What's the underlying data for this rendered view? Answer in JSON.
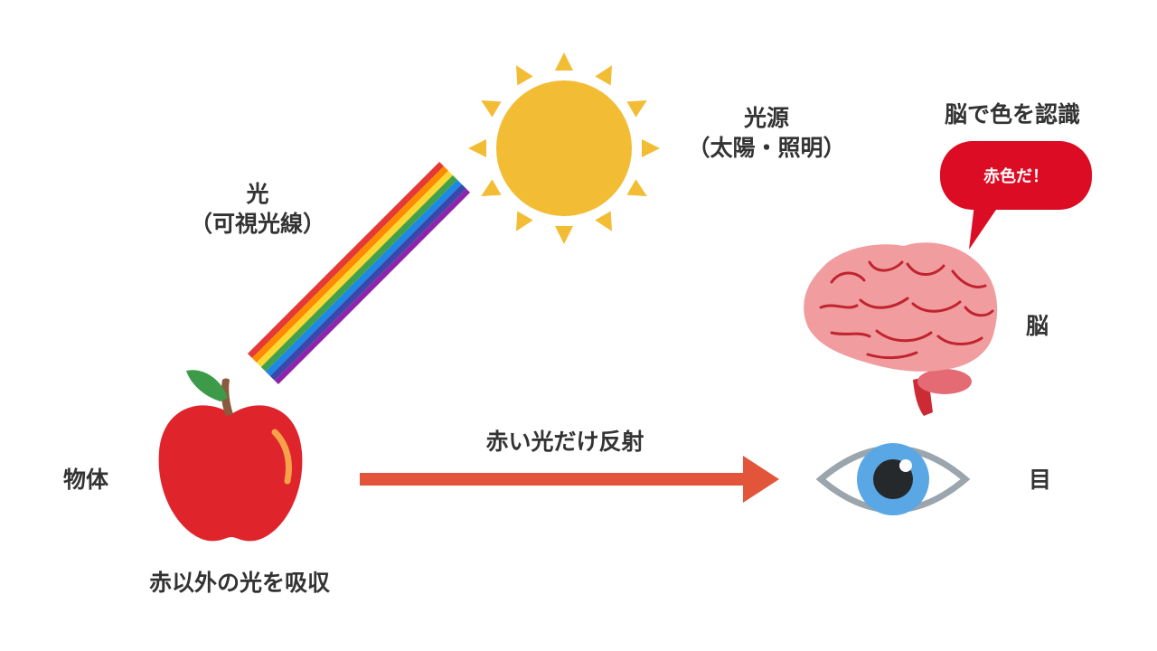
{
  "labels": {
    "light_source": {
      "line1": "光源",
      "line2": "（太陽・照明）"
    },
    "light": {
      "line1": "光",
      "line2": "（可視光線）"
    },
    "object": "物体",
    "absorb": "赤以外の光を吸収",
    "reflect": "赤い光だけ反射",
    "brain_recognize": "脳で色を認識",
    "brain": "脳",
    "eye": "目"
  },
  "speech_bubble": {
    "text": "赤色だ！"
  },
  "colors": {
    "sun": "#f2bd34",
    "apple": "#e0242c",
    "arrow": "#e2553b",
    "bubble": "#dd0c25",
    "brain": "#f19da0",
    "brain_lines": "#c0242e",
    "iris": "#5aa7e6",
    "eye_outline": "#9aa5ad",
    "text": "#333333"
  },
  "rainbow": [
    "#e53935",
    "#fb8c00",
    "#fdd835",
    "#43a047",
    "#1e88e5",
    "#3949ab",
    "#8e24aa"
  ],
  "icons": [
    "sun-icon",
    "rainbow-beam",
    "apple-icon",
    "brain-icon",
    "eye-icon",
    "speech-bubble"
  ]
}
